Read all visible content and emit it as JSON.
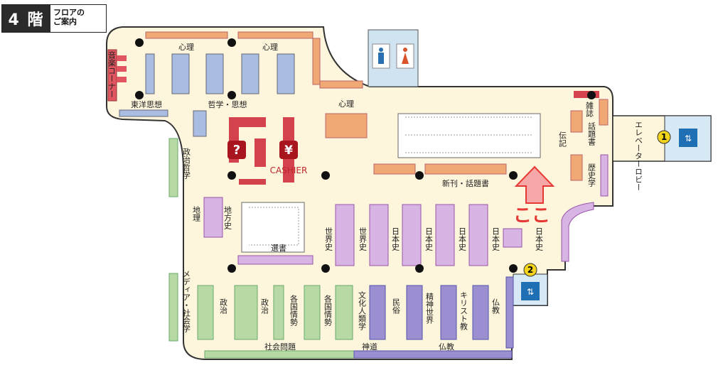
{
  "header": {
    "floor": "4 階",
    "subtitle_line1": "フロアの",
    "subtitle_line2": "ご案内"
  },
  "labels": {
    "shinri1": "心理",
    "shinri2": "心理",
    "shinri3": "心理",
    "toyo_shiso": "東洋思想",
    "tetsugaku_shiso": "哲学・思想",
    "corner": "音楽コーナー",
    "seiji_tetsugaku": "政治哲学",
    "cashier": "CASHIER",
    "yen": "¥",
    "question": "?",
    "shinkan": "新刊・話題書",
    "zasshi": "雑誌",
    "wadaisho": "話題書",
    "denki": "伝記",
    "rekishigaku": "歴史学",
    "elevator_lobby": "エレベーターロビー",
    "chiri": "地理",
    "chihoshi": "地方史",
    "sensho": "選書",
    "sekaishi1": "世界史",
    "sekaishi2": "世界史",
    "nihonshi1": "日本史",
    "nihonshi2": "日本史",
    "nihonshi3": "日本史",
    "nihonshi4": "日本史",
    "nihonshi5": "日本史",
    "koko": "ここ",
    "media": "メディア・社会学",
    "seiji1": "政治",
    "seiji2": "政治",
    "kakkoku1": "各国情勢",
    "kakkoku2": "各国情勢",
    "bunka": "文化人類学",
    "minzoku": "民俗",
    "seishin": "精神世界",
    "kirisuto": "キリスト教",
    "bukkyo": "仏教",
    "shakai_mondai": "社会問題",
    "shinto": "神道",
    "bukkyo2": "仏教",
    "elev1": "1",
    "elev2": "2"
  },
  "colors": {
    "floor": "#fdf6dc",
    "accent_red": "#e53935",
    "orange": "#f0a875",
    "blue": "#a9bde3",
    "green": "#b6d9a6",
    "purple": "#d7b4e4",
    "violet": "#9b8fd1"
  }
}
